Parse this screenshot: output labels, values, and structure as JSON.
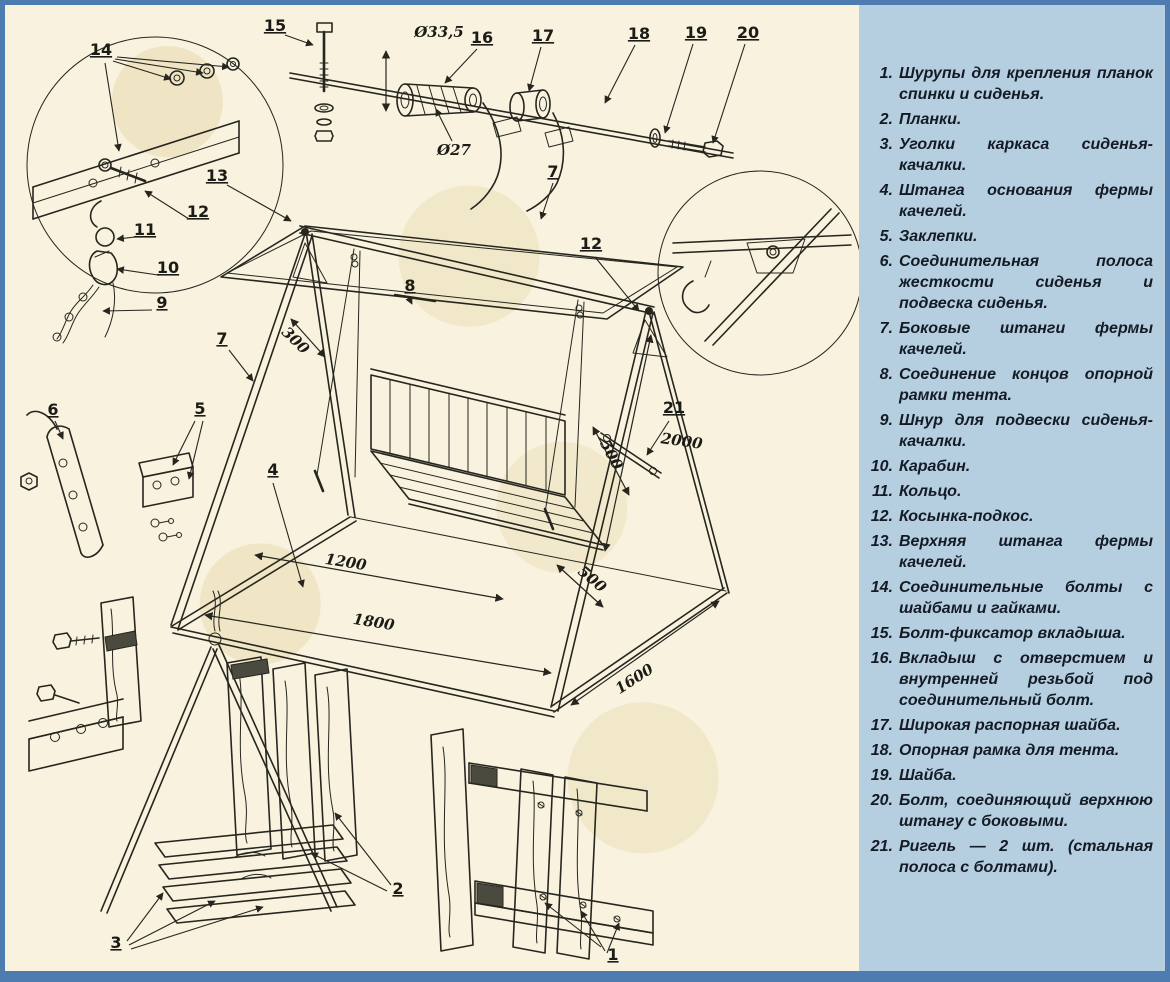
{
  "colors": {
    "background": "#f8f2df",
    "panel_blue": "#b5cfe1",
    "frame_blue": "#4f7cb0",
    "ink": "#26261f"
  },
  "legend": {
    "items": [
      {
        "num": "1.",
        "text": "Шурупы для крепления планок спинки и сиденья."
      },
      {
        "num": "2.",
        "text": "Планки."
      },
      {
        "num": "3.",
        "text": "Уголки каркаса сиденья-качалки."
      },
      {
        "num": "4.",
        "text": "Штанга основания фермы качелей."
      },
      {
        "num": "5.",
        "text": "Заклепки."
      },
      {
        "num": "6.",
        "text": "Соединительная полоса жесткости сиденья и подвеска сиденья."
      },
      {
        "num": "7.",
        "text": "Боковые штанги фермы качелей."
      },
      {
        "num": "8.",
        "text": "Соединение концов опорной рамки тента."
      },
      {
        "num": "9.",
        "text": "Шнур для подвески сиденья-качалки."
      },
      {
        "num": "10.",
        "text": "Карабин."
      },
      {
        "num": "11.",
        "text": "Кольцо."
      },
      {
        "num": "12.",
        "text": "Косынка-подкос."
      },
      {
        "num": "13.",
        "text": "Верхняя штанга фермы качелей."
      },
      {
        "num": "14.",
        "text": "Соединительные болты с шайбами и гайками."
      },
      {
        "num": "15.",
        "text": "Болт-фиксатор вкладыша."
      },
      {
        "num": "16.",
        "text": "Вкладыш с отверстием и внутренней резьбой под соединительный болт."
      },
      {
        "num": "17.",
        "text": "Широкая распорная шайба."
      },
      {
        "num": "18.",
        "text": "Опорная рамка для тента."
      },
      {
        "num": "19.",
        "text": "Шайба."
      },
      {
        "num": "20.",
        "text": "Болт, соединяющий верхнюю штангу с боковыми."
      },
      {
        "num": "21.",
        "text": "Ригель — 2 шт. (стальная полоса с болтами)."
      }
    ]
  },
  "callouts": {
    "1": "1",
    "2": "2",
    "3": "3",
    "4": "4",
    "5": "5",
    "6": "6",
    "7": "7",
    "8": "8",
    "9": "9",
    "10": "10",
    "11": "11",
    "12": "12",
    "13": "13",
    "14": "14",
    "15": "15",
    "16": "16",
    "17": "17",
    "18": "18",
    "19": "19",
    "20": "20",
    "21": "21"
  },
  "dimensions": {
    "dia_335": "Ø33,5",
    "dia_27": "Ø27",
    "len_300": "300",
    "len_500": "500",
    "len_1200": "1200",
    "len_1600": "1600",
    "len_1800": "1800",
    "len_2000": "2000"
  }
}
